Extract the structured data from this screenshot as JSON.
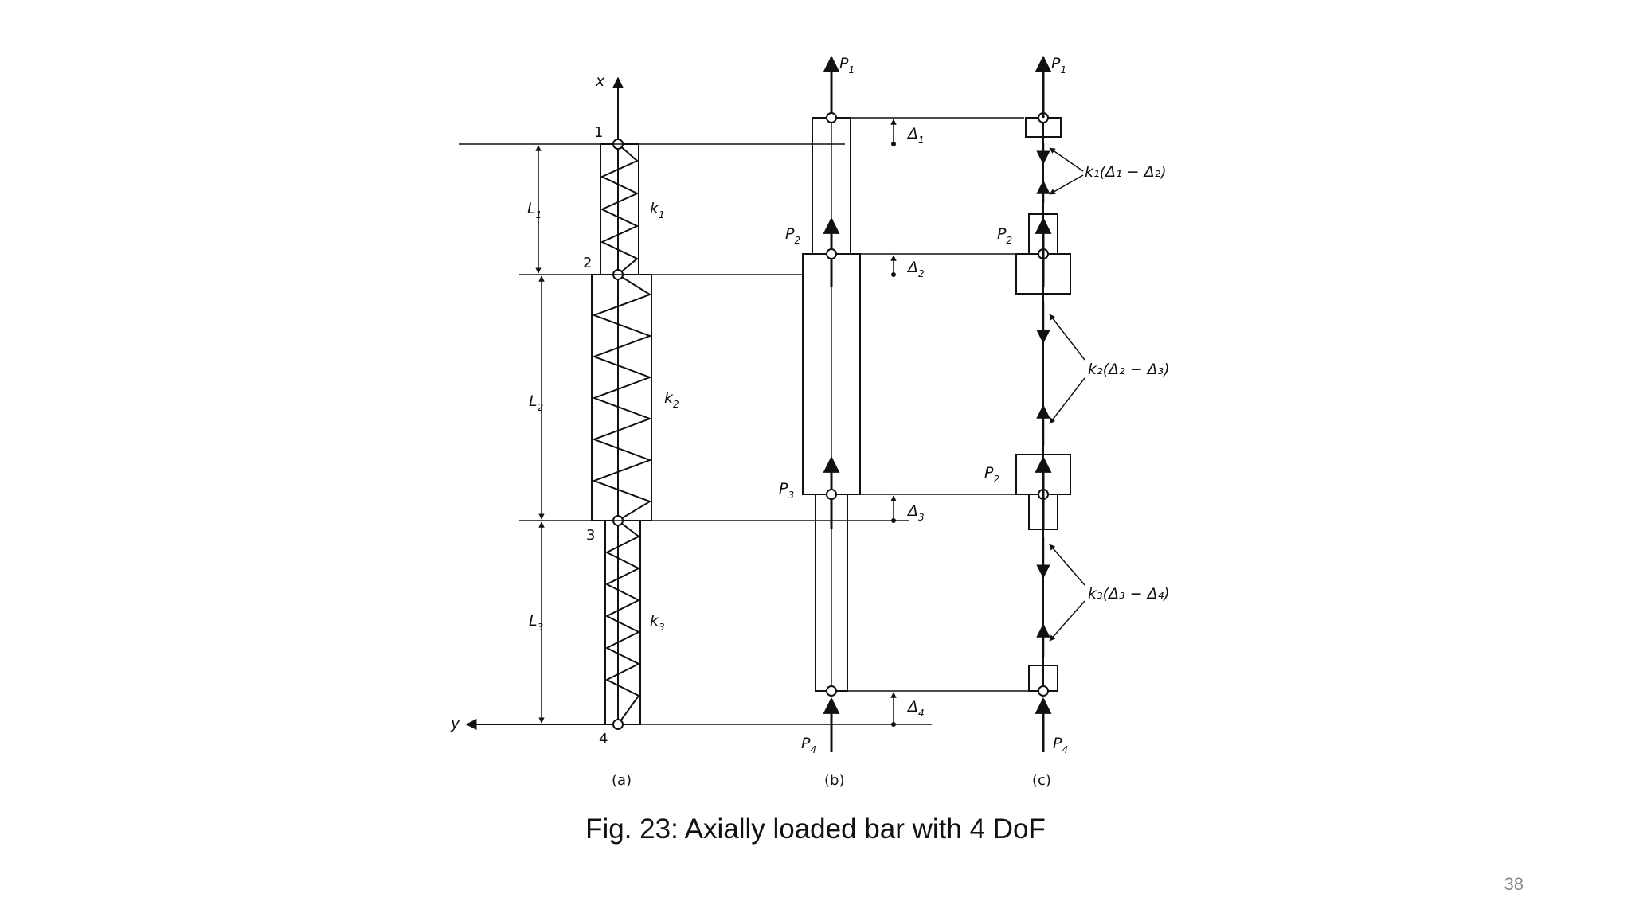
{
  "figure": {
    "caption": "Fig. 23: Axially loaded bar with 4 DoF",
    "page_number": "38",
    "panel_a": {
      "subcaption": "(a)",
      "axis_x": "x",
      "axis_y": "y",
      "nodes": [
        "1",
        "2",
        "3",
        "4"
      ],
      "lengths": [
        "L",
        "L",
        "L"
      ],
      "length_subs": [
        "1",
        "2",
        "3"
      ],
      "springs": [
        "k",
        "k",
        "k"
      ],
      "spring_subs": [
        "1",
        "2",
        "3"
      ]
    },
    "panel_b": {
      "subcaption": "(b)",
      "loads": [
        "P",
        "P",
        "P",
        "P"
      ],
      "load_subs": [
        "1",
        "2",
        "3",
        "4"
      ],
      "displacements": [
        "Δ",
        "Δ",
        "Δ",
        "Δ"
      ],
      "displacement_subs": [
        "1",
        "2",
        "3",
        "4"
      ]
    },
    "panel_c": {
      "subcaption": "(c)",
      "loads": [
        "P",
        "P",
        "P",
        "P"
      ],
      "load_subs": [
        "1",
        "2",
        "2",
        "4"
      ],
      "forces": [
        "k₁(Δ₁ − Δ₂)",
        "k₂(Δ₂ − Δ₃)",
        "k₃(Δ₃ − Δ₄)"
      ]
    }
  }
}
